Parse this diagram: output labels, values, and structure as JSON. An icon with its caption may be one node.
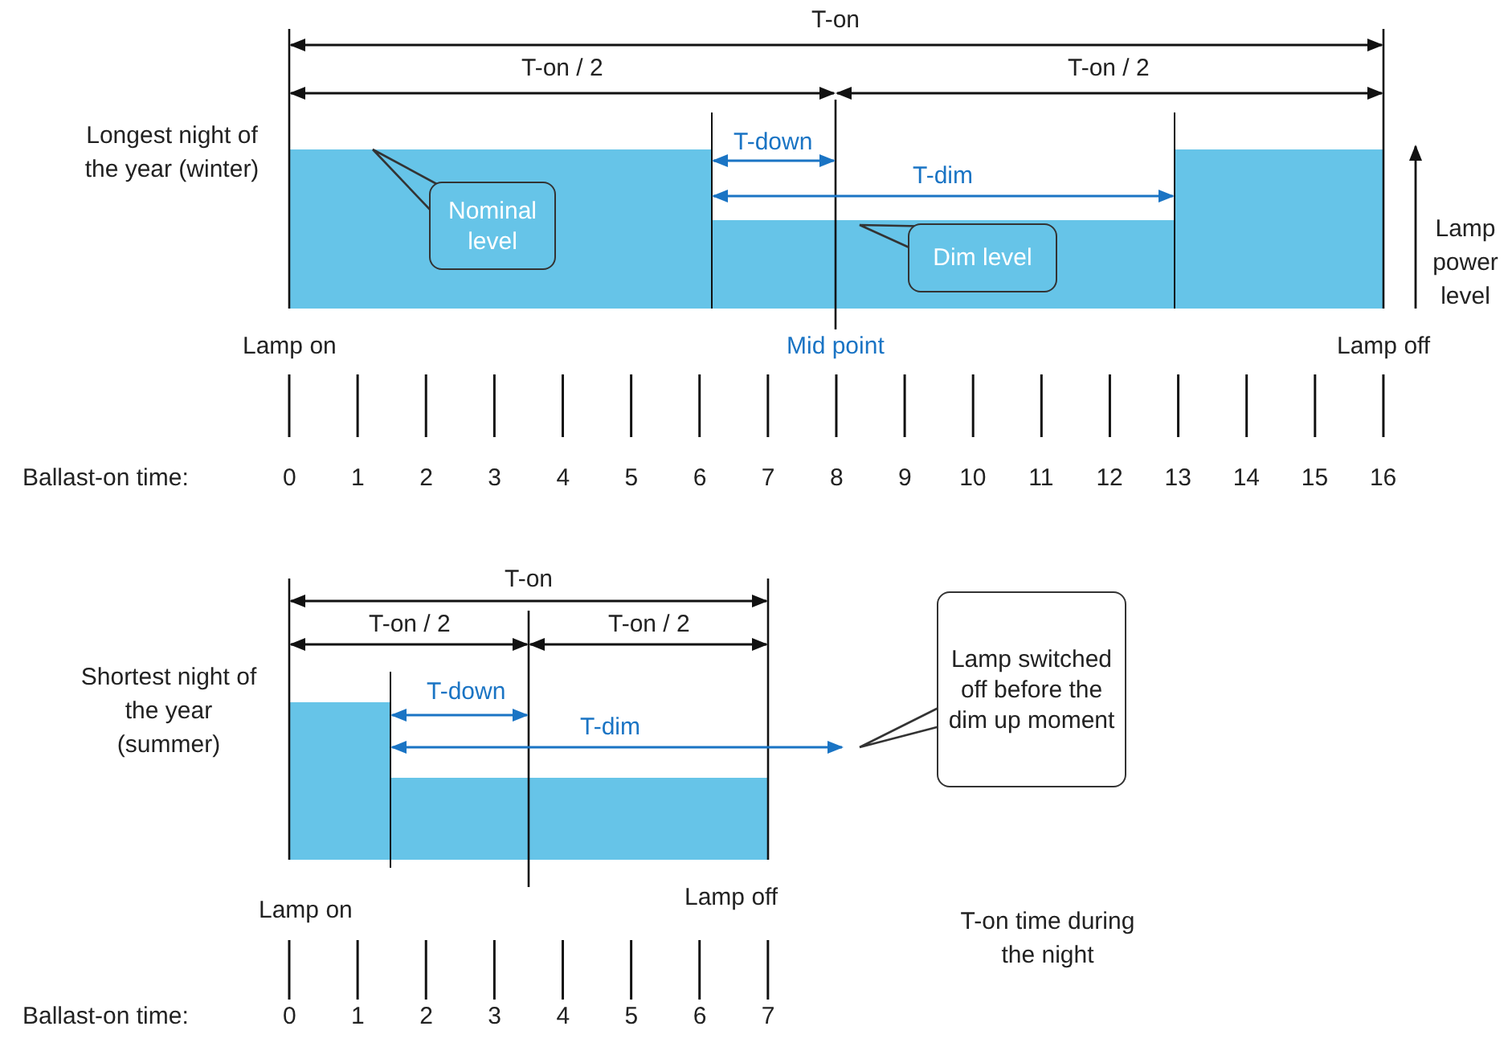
{
  "diagram": {
    "nodes": [
      {
        "text": [
          "Nominal level"
        ]
      },
      {
        "text": [
          "Dim level"
        ]
      },
      {
        "text": [
          "Lamp switched off before the dim up moment"
        ]
      }
    ],
    "labels": [
      "T-on",
      "T-on / 2",
      "T-on / 2",
      "Longest night of the year (winter)",
      "T-down",
      "T-dim",
      "Lamp power level",
      "Lamp on",
      "Mid point",
      "Lamp off",
      "Ballast-on time:",
      "0",
      "1",
      "2",
      "3",
      "4",
      "5",
      "6",
      "7",
      "8",
      "9",
      "10",
      "11",
      "12",
      "13",
      "14",
      "15",
      "16",
      "T-on",
      "T-on / 2",
      "T-on / 2",
      "Shortest night of the year (summer)",
      "T-down",
      "T-dim",
      "Lamp on",
      "Lamp off",
      "T-on time during the night",
      "Ballast-on time:",
      "0",
      "1",
      "2",
      "3",
      "4",
      "5",
      "6",
      "7"
    ]
  }
}
